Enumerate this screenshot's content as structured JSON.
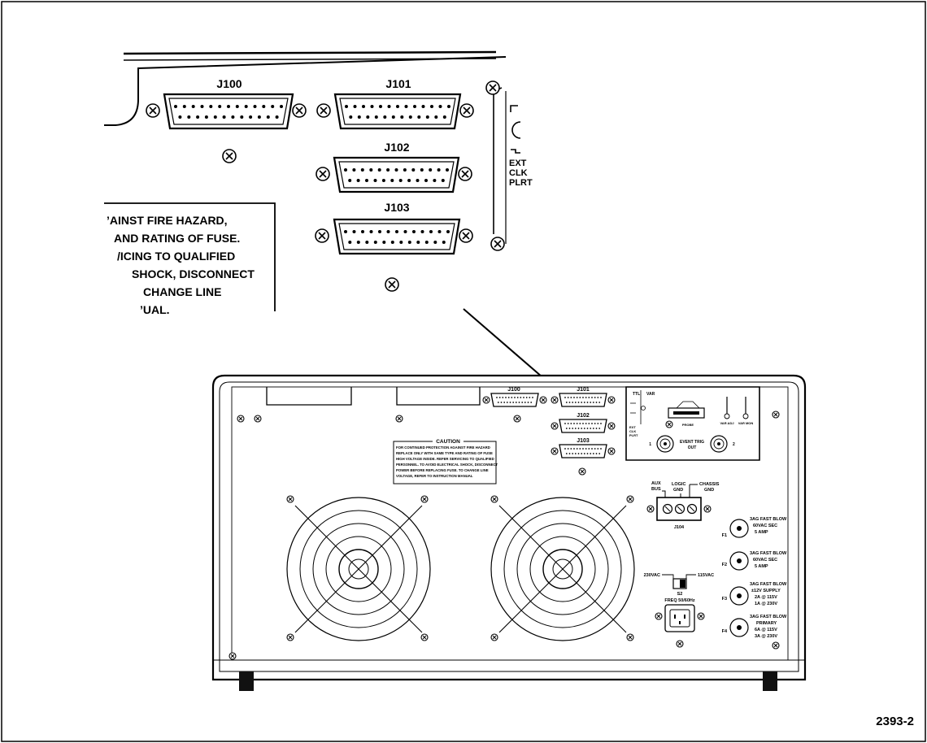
{
  "figure_number": "2393-2",
  "detail_connectors": [
    "J100",
    "J101",
    "J102",
    "J103"
  ],
  "detail_warning_lines": [
    "’AINST FIRE HAZARD,",
    "AND RATING OF FUSE.",
    "/ICING TO QUALIFIED",
    "SHOCK, DISCONNECT",
    "CHANGE LINE",
    "’UAL."
  ],
  "detail_side_labels": [
    "EXT",
    "CLK",
    "PLRT"
  ],
  "panel": {
    "connectors": [
      "J100",
      "J101",
      "J102",
      "J103"
    ],
    "caution_title": "CAUTION",
    "caution_lines": [
      "FOR CONTINUED PROTECTION AGAINST FIRE HAZARD",
      "REPLACE ONLY WITH SAME TYPE AND RATING OF FUSE",
      "HIGH VOLTAGE INSIDE. REFER SERVICING TO QUALIFIED",
      "PERSONNEL. TO AVOID ELECTRICAL SHOCK, DISCONNECT",
      "POWER BEFORE REPLACING FUSE. TO CHANGE LINE",
      "VOLTAGE, REFER TO INSTRUCTION MANUAL"
    ],
    "trig": {
      "ttl": "TTL",
      "var": "VAR",
      "probe": "PROBE",
      "var_adj": "VAR ADJ",
      "var_mon": "VAR MON",
      "event_trig": "EVENT TRIG",
      "out": "OUT",
      "ch1": "1",
      "ch2": "2",
      "ext_clk": [
        "EXT",
        "CLK",
        "PLRT"
      ]
    },
    "ground": {
      "aux_bus": [
        "AUX",
        "BUS"
      ],
      "logic_gnd": [
        "LOGIC",
        "GND"
      ],
      "chassis_gnd": [
        "CHASSIS",
        "GND"
      ],
      "terminal": "J104"
    },
    "fuses": [
      {
        "id": "F1",
        "lines": [
          "3AG FAST BLOW",
          "60VAC SEC",
          "5 AMP"
        ]
      },
      {
        "id": "F2",
        "lines": [
          "3AG FAST BLOW",
          "60VAC SEC",
          "5 AMP"
        ]
      },
      {
        "id": "F3",
        "lines": [
          "3AG FAST BLOW",
          "±12V SUPPLY",
          "2A @ 115V",
          "1A @ 230V"
        ]
      },
      {
        "id": "F4",
        "lines": [
          "3AG FAST BLOW",
          "PRIMARY",
          "6A @ 115V",
          "3A @ 230V"
        ]
      }
    ],
    "line_switch": {
      "left": "230VAC",
      "right": "115VAC",
      "name": "S2"
    },
    "power_freq": "FREQ 50/60Hz"
  }
}
